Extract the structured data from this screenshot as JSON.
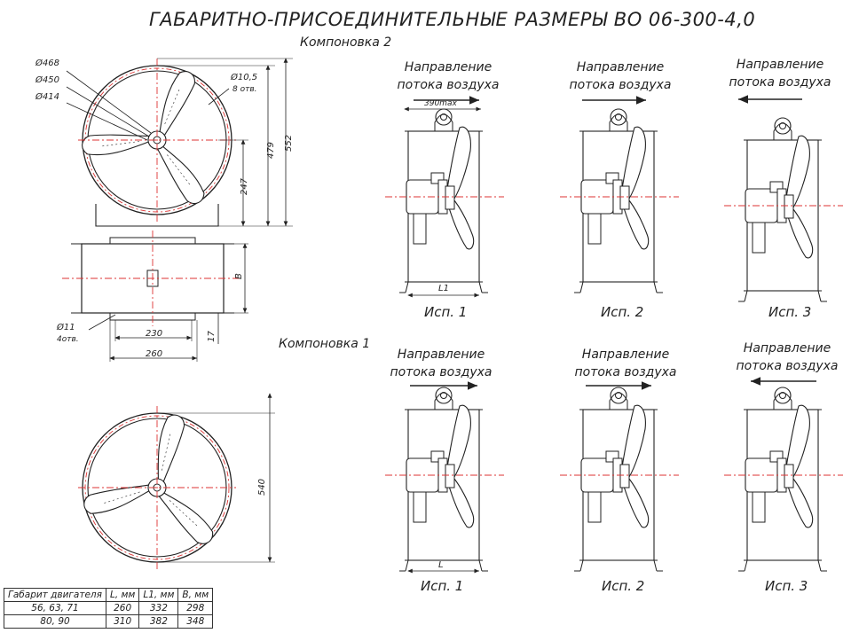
{
  "title": "ГАБАРИТНО-ПРИСОЕДИНИТЕЛЬНЫЕ РАЗМЕРЫ ВО 06-300-4,0",
  "layouts": {
    "layout2": "Компоновка 2",
    "layout1": "Компоновка 1"
  },
  "airflow": {
    "line1": "Направление",
    "line2": "потока воздуха"
  },
  "variants": [
    "Исп. 1",
    "Исп. 2",
    "Исп. 3"
  ],
  "dimensions": {
    "d468": "Ø468",
    "d450": "Ø450",
    "d414": "Ø414",
    "holes_top": "Ø10,5",
    "holes_top_count": "8 отв.",
    "h479": "479",
    "h552": "552",
    "h247": "247",
    "b": "B",
    "holes_base": "Ø11",
    "holes_base_count": "4отв.",
    "w230": "230",
    "w260": "260",
    "h17": "17",
    "h540": "540",
    "max390": "390max",
    "l1": "L1",
    "l": "L"
  },
  "spec_table": {
    "headers": [
      "Габарит двигателя",
      "L, мм",
      "L1, мм",
      "B, мм"
    ],
    "rows": [
      [
        "56, 63, 71",
        "260",
        "332",
        "298"
      ],
      [
        "80, 90",
        "310",
        "382",
        "348"
      ]
    ]
  }
}
